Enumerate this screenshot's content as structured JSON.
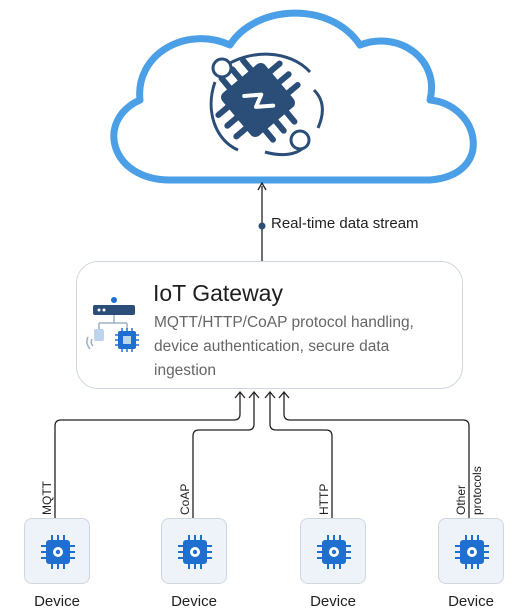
{
  "stream_label": "Real-time data stream",
  "gateway": {
    "title": "IoT Gateway",
    "description": "MQTT/HTTP/CoAP protocol handling, device authentication, secure data ingestion"
  },
  "devices": [
    {
      "label": "Device",
      "protocol": "MQTT"
    },
    {
      "label": "Device",
      "protocol": "CoAP"
    },
    {
      "label": "Device",
      "protocol": "HTTP"
    },
    {
      "label": "Device",
      "protocol": "Other protocols",
      "protocol_line1": "Other",
      "protocol_line2": "protocols"
    }
  ],
  "colors": {
    "cloud_stroke": "#4a9fe6",
    "chip_dark": "#2a4e78",
    "accent_blue": "#1f6fd1",
    "border_gray": "#cfd6de",
    "line_dark": "#222222"
  }
}
